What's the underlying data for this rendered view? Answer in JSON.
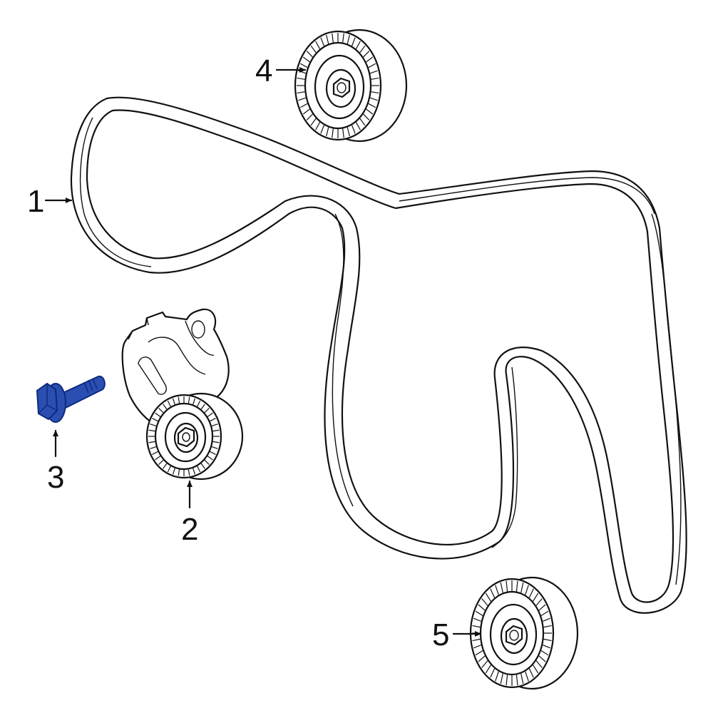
{
  "diagram": {
    "callouts": [
      {
        "id": "1",
        "label": "1",
        "part": "belt"
      },
      {
        "id": "2",
        "label": "2",
        "part": "tensioner"
      },
      {
        "id": "3",
        "label": "3",
        "part": "bolt",
        "highlighted": true
      },
      {
        "id": "4",
        "label": "4",
        "part": "idler-pulley-upper"
      },
      {
        "id": "5",
        "label": "5",
        "part": "idler-pulley-lower"
      }
    ],
    "colors": {
      "line": "#111111",
      "highlight": "#2a4fb0",
      "highlight_dark": "#0e2a80",
      "background": "#ffffff"
    }
  }
}
